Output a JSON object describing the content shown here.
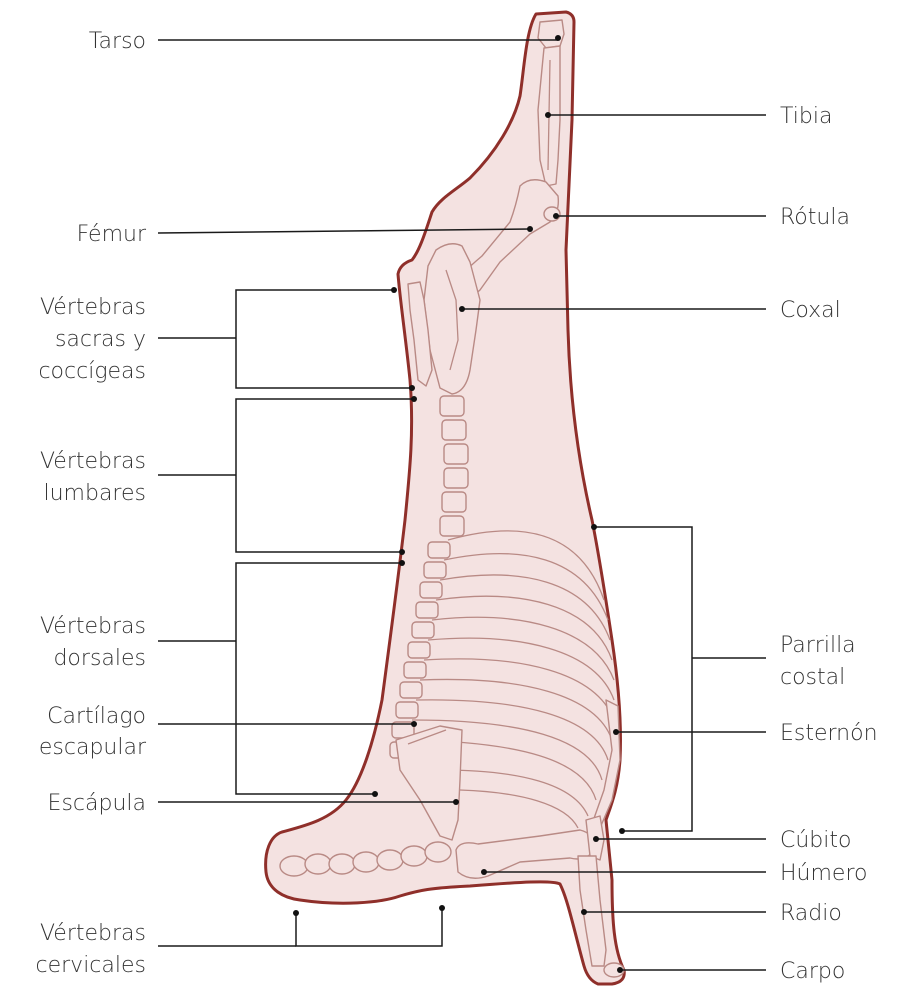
{
  "colors": {
    "carcass_fill": "#f4e2e1",
    "carcass_outline": "#8f2f2a",
    "bone_outline": "#b98a85",
    "leader_line": "#1a1a1a",
    "label_text": "#333333"
  },
  "labels": {
    "tarso": "Tarso",
    "tibia": "Tibia",
    "femur": "Fémur",
    "rotula": "Rótula",
    "sacras_1": "Vértebras",
    "sacras_2": "sacras y",
    "sacras_3": "coccígeas",
    "coxal": "Coxal",
    "lumbares_1": "Vértebras",
    "lumbares_2": "lumbares",
    "dorsales_1": "Vértebras",
    "dorsales_2": "dorsales",
    "parrilla_1": "Parrilla",
    "parrilla_2": "costal",
    "cartilago_1": "Cartílago",
    "cartilago_2": "escapular",
    "esternon": "Esternón",
    "escapula": "Escápula",
    "cubito": "Cúbito",
    "humero": "Húmero",
    "radio": "Radio",
    "cervicales_1": "Vértebras",
    "cervicales_2": "cervicales",
    "carpo": "Carpo"
  }
}
